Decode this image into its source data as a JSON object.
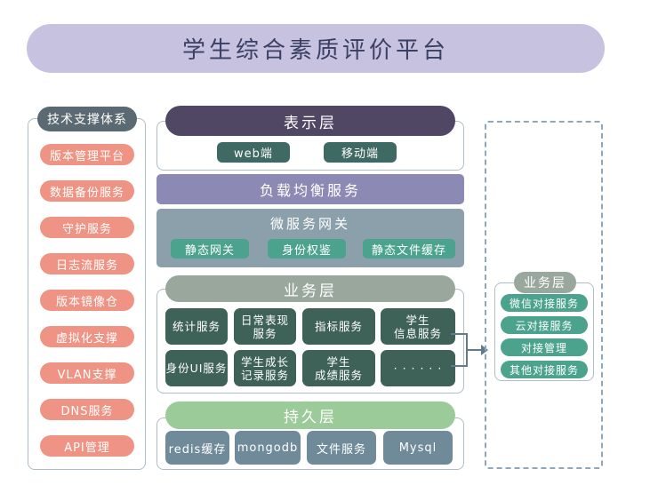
{
  "title": {
    "text": "学生综合素质评价平台",
    "bg": "#c6c2e0",
    "fg": "#3b3f63"
  },
  "tech_support": {
    "header": "技术支撑体系",
    "header_color": "#5b6a72",
    "item_color": "#ef9484",
    "items": [
      "版本管理平台",
      "数据备份服务",
      "守护服务",
      "日志流服务",
      "版本镜像仓",
      "虚拟化支撑",
      "VLAN支撑",
      "DNS服务",
      "API管理"
    ]
  },
  "presentation": {
    "header": "表示层",
    "header_color": "#4f4763",
    "items": [
      "web端",
      "移动端"
    ]
  },
  "load_balancer": {
    "label": "负载均衡服务",
    "color": "#8d89b5"
  },
  "gateway": {
    "title": "微服务网关",
    "color": "#8ba0ab",
    "items": [
      "静态网关",
      "身份权鉴",
      "静态文件缓存"
    ]
  },
  "business": {
    "header": "业务层",
    "header_color": "#9aa79c",
    "card_color": "#3f6258",
    "cards": [
      "统计服务",
      "日常表现\n服务",
      "指标服务",
      "学生\n信息服务",
      "身份UI服务",
      "学生成长\n记录服务",
      "学生\n成绩服务",
      "· · · · · ·"
    ]
  },
  "persistence": {
    "header": "持久层",
    "header_color": "#9ccb9a",
    "card_color": "#6f8a99",
    "cards": [
      "redis缓存",
      "mongodb",
      "文件服务",
      "Mysql"
    ]
  },
  "external": {
    "header": "业务层",
    "header_color": "#9aa79c",
    "pill_color": "#4ba38d",
    "items": [
      "微信对接服务",
      "云对接服务",
      "对接管理",
      "其他对接服务"
    ]
  }
}
